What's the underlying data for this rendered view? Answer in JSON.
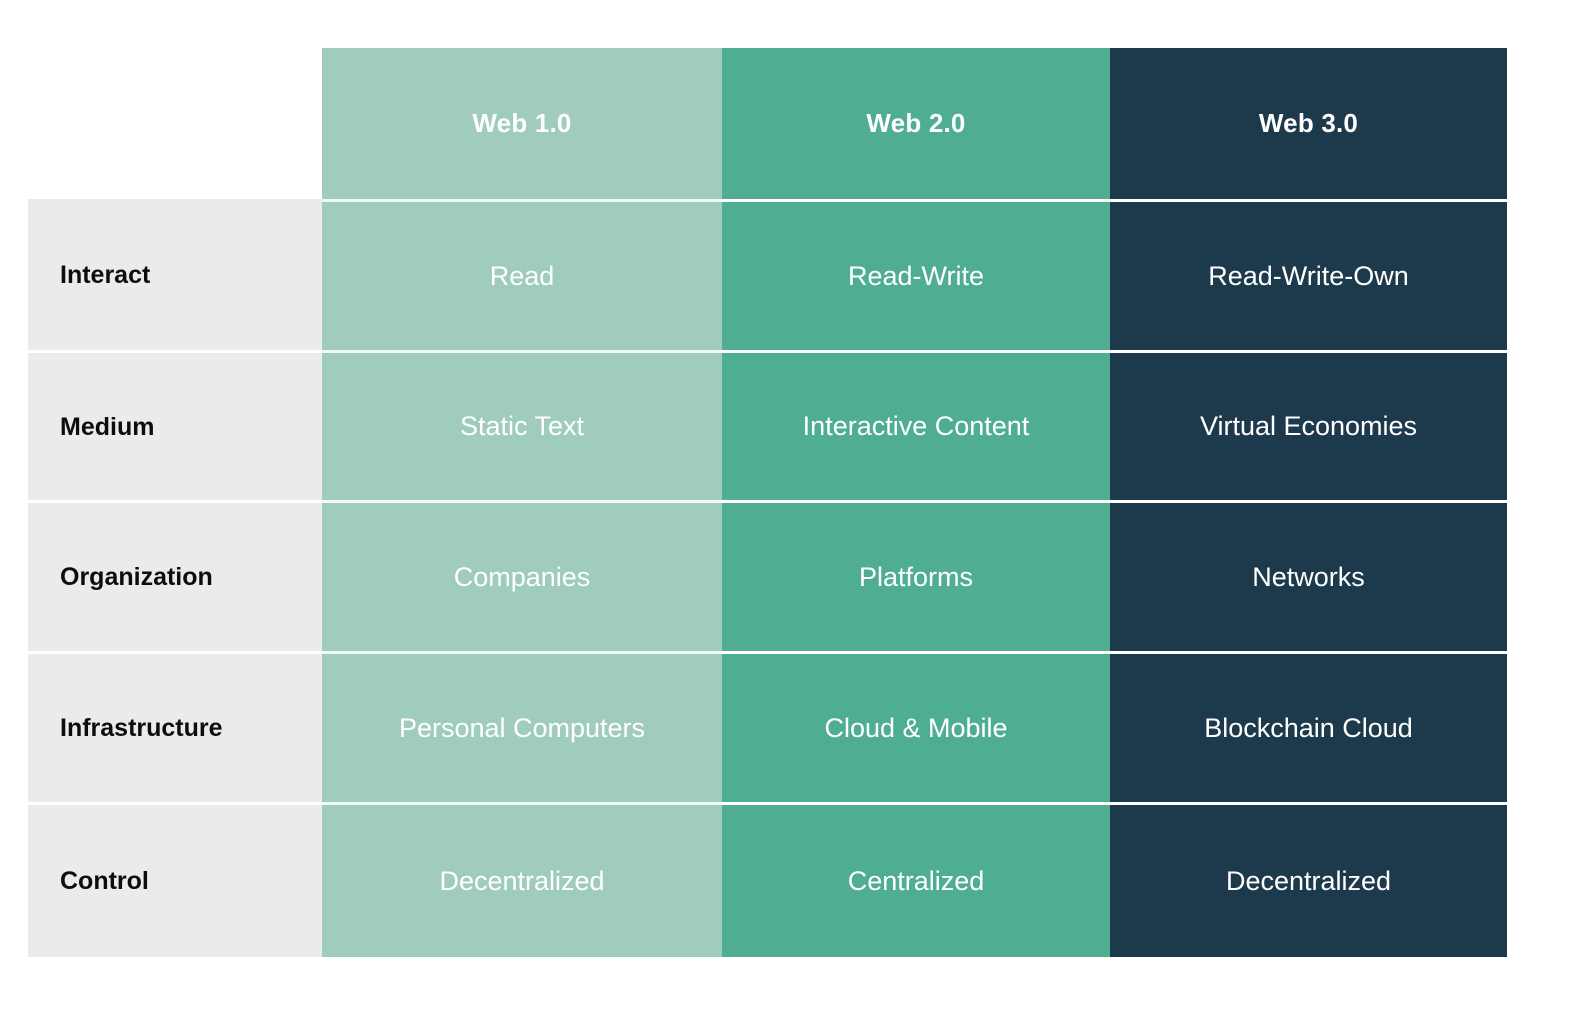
{
  "table": {
    "corner_label": "",
    "columns": [
      {
        "label": "Web 1.0",
        "accent": "#9FCCBD"
      },
      {
        "label": "Web 2.0",
        "accent": "#4FAE92"
      },
      {
        "label": "Web 3.0",
        "accent": "#1D3A4C"
      }
    ],
    "rows": [
      {
        "label": "Interact",
        "cells": [
          "Read",
          "Read-Write",
          "Read-Write-Own"
        ]
      },
      {
        "label": "Medium",
        "cells": [
          "Static Text",
          "Interactive Content",
          "Virtual Economies"
        ]
      },
      {
        "label": "Organization",
        "cells": [
          "Companies",
          "Platforms",
          "Networks"
        ]
      },
      {
        "label": "Infrastructure",
        "cells": [
          "Personal Computers",
          "Cloud & Mobile",
          "Blockchain Cloud"
        ]
      },
      {
        "label": "Control",
        "cells": [
          "Decentralized",
          "Centralized",
          "Decentralized"
        ]
      }
    ],
    "colors": {
      "label_column_bg": "#EBEBEB",
      "label_text": "#0D0D0D",
      "cell_text": "#FFFFFF",
      "divider": "#FFFFFF",
      "page_bg": "#FFFFFF"
    }
  }
}
